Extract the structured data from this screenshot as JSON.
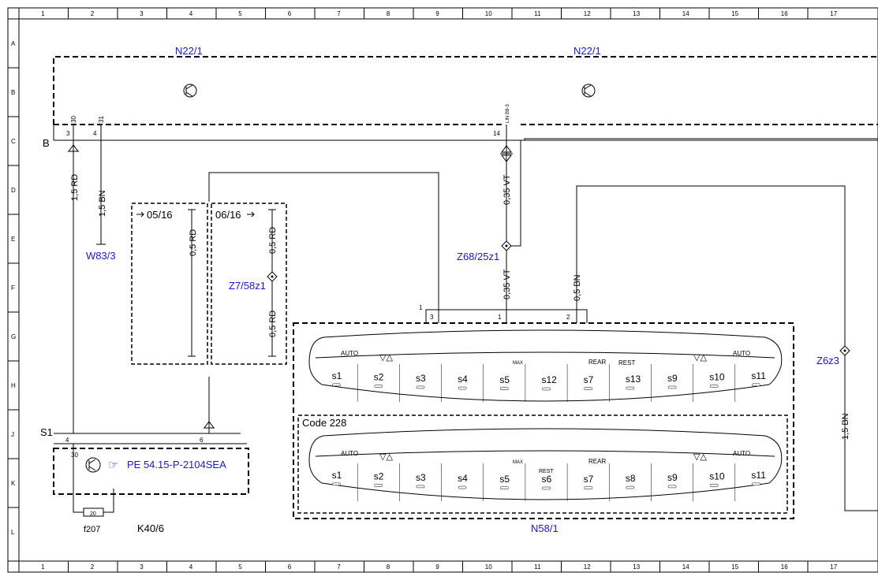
{
  "grid": {
    "columns": [
      "1",
      "2",
      "3",
      "4",
      "5",
      "6",
      "7",
      "8",
      "9",
      "10",
      "11",
      "12",
      "13",
      "14",
      "15",
      "16",
      "17"
    ],
    "rows": [
      "A",
      "B",
      "C",
      "D",
      "E",
      "F",
      "G",
      "H",
      "J",
      "K",
      "L"
    ]
  },
  "components": {
    "n22_1_left": "N22/1",
    "n22_1_right": "N22/1",
    "conn_b": "B",
    "w83_3": "W83/3",
    "z68_25z1": "Z68/25z1",
    "z7_58z1": "Z7/58z1",
    "z6z3": "Z6z3",
    "s1": "S1",
    "k40_6": "K40/6",
    "f207": "f207",
    "fuse_value": "20",
    "n58_1": "N58/1",
    "pe_ref": "PE 54.15-P-2104SEA",
    "code_228": "Code 228",
    "ref_0516": "05/16",
    "ref_0616": "06/16"
  },
  "pins": {
    "p3": "3",
    "p4": "4",
    "p14": "14",
    "p30": "30",
    "p31": "31",
    "plin": "LIN B8-3",
    "s1_4": "4",
    "s1_6": "6",
    "k_30": "30",
    "n58_1": "1",
    "n58_3": "3",
    "n58_p1": "1",
    "n58_p2": "2"
  },
  "wires": {
    "w_15rd": "1,5 RD",
    "w_15bn": "1,5 BN",
    "w_035vt_a": "0,35 VT",
    "w_035vt_b": "0,35 VT",
    "w_05bn": "0,5 BN",
    "w_05rd_a": "0,5 RD",
    "w_05rd_b": "0,5 RD",
    "w_05rd_c": "0,5 RD",
    "w_15bn_r": "1,5 BN"
  },
  "panel_top": {
    "top_labels": {
      "auto_l": "AUTO",
      "max": "MAX",
      "rear": "REAR",
      "rest": "REST",
      "auto_r": "AUTO"
    },
    "keys": [
      "s1",
      "s2",
      "s3",
      "s4",
      "s5",
      "s12",
      "s7",
      "s13",
      "s9",
      "s10",
      "s11"
    ]
  },
  "panel_bottom": {
    "top_labels": {
      "auto_l": "AUTO",
      "max": "MAX",
      "rest": "REST",
      "rear": "REAR",
      "auto_r": "AUTO"
    },
    "keys": [
      "s1",
      "s2",
      "s3",
      "s4",
      "s5",
      "s6",
      "s7",
      "s8",
      "s9",
      "s10",
      "s11"
    ]
  },
  "icons": {
    "transistor": "transistor-symbol",
    "ground": "ground-symbol",
    "splice": "splice-diamond",
    "pointer": "pointing-hand-icon"
  }
}
